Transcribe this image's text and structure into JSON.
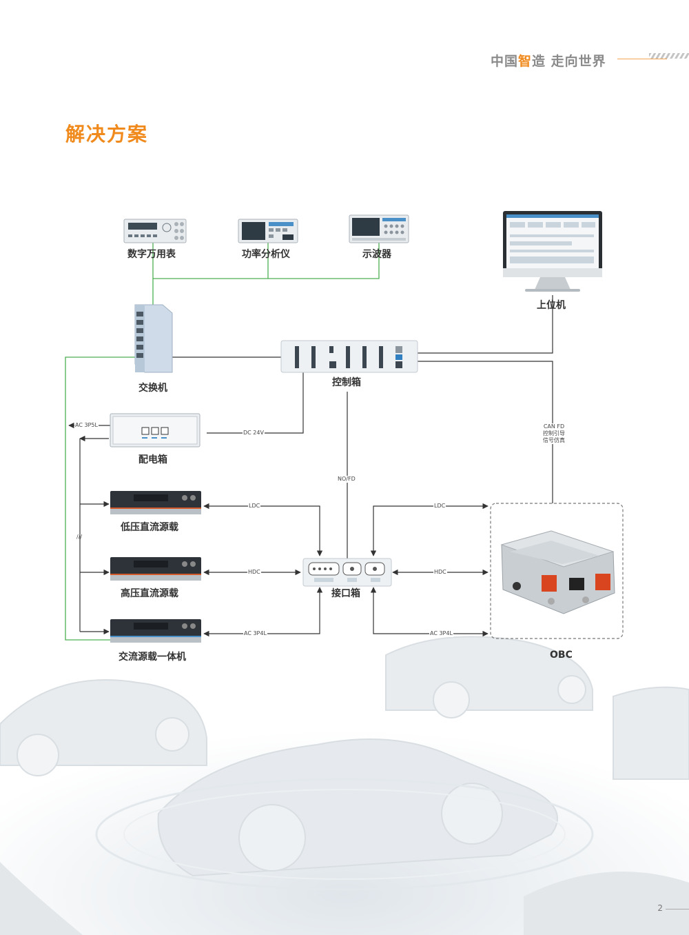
{
  "header": {
    "slogan_part1": "中国",
    "slogan_highlight": "智",
    "slogan_part2": "造  走向世界"
  },
  "section_title": "解决方案",
  "devices": {
    "dmm": "数字万用表",
    "power_analyzer": "功率分析仪",
    "oscilloscope": "示波器",
    "host_pc": "上位机",
    "switch": "交换机",
    "control_box": "控制箱",
    "distribution_box": "配电箱",
    "lv_dc_load": "低压直流源载",
    "hv_dc_load": "高压直流源载",
    "ac_load": "交流源载一体机",
    "interface_box": "接口箱",
    "obc": "OBC"
  },
  "connections": {
    "ac_3p5l": "AC 3P5L",
    "dc_24v": "DC 24V",
    "no_fd": "NO/FD",
    "can_fd_line1": "CAN FD",
    "can_fd_line2": "控制引导",
    "can_fd_line3": "信号仿真",
    "ldc_left": "LDC",
    "hdc_left": "HDC",
    "ac_3p4l_left": "AC 3P4L",
    "ldc_right": "LDC",
    "hdc_right": "HDC",
    "ac_3p4l_right": "AC 3P4L",
    "slash": "///"
  },
  "colors": {
    "accent": "#f08a1c",
    "network_line": "#4caf50",
    "wire": "#333333"
  },
  "page_number": "2"
}
